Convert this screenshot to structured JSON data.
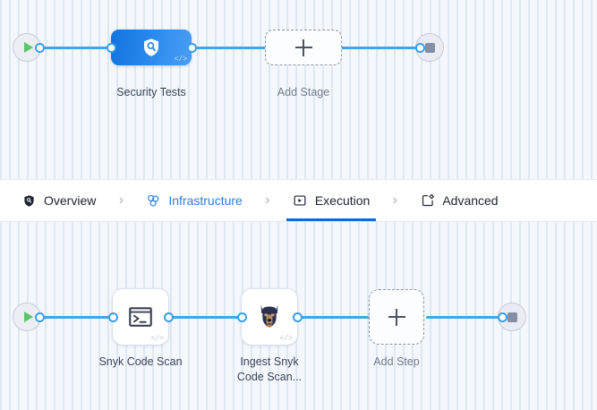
{
  "stages_pane": {
    "name": "pipeline-stages-canvas",
    "start_node": {
      "icon": "play-icon",
      "label": ""
    },
    "stage": {
      "label": "Security Tests",
      "icon": "shield-search-icon",
      "code_badge": "</>",
      "color_from": "#1174e0",
      "color_to": "#4b9ff4"
    },
    "add_stage": {
      "label": "Add Stage",
      "icon": "plus-icon"
    },
    "end_node": {
      "icon": "stop-icon"
    }
  },
  "tabbar": {
    "tabs": [
      {
        "label": "Overview",
        "icon": "shield-icon",
        "state": "default"
      },
      {
        "label": "Infrastructure",
        "icon": "infrastructure-icon",
        "state": "highlighted"
      },
      {
        "label": "Execution",
        "icon": "execution-play-icon",
        "state": "active"
      },
      {
        "label": "Advanced",
        "icon": "advanced-gear-icon",
        "state": "default"
      }
    ],
    "separator": "›",
    "active_color": "#1768cf",
    "highlight_color": "#2b7de0"
  },
  "steps_pane": {
    "name": "pipeline-steps-canvas",
    "start_node": {
      "icon": "play-icon"
    },
    "steps": [
      {
        "label": "Snyk Code Scan",
        "icon": "terminal-icon",
        "code_badge": "</>"
      },
      {
        "label": "Ingest Snyk\nCode Scan...",
        "icon": "doberman-icon",
        "code_badge": "</>"
      }
    ],
    "add_step": {
      "label": "Add Step",
      "icon": "plus-icon"
    },
    "end_node": {
      "icon": "stop-icon"
    }
  },
  "theme": {
    "wire_color": "#42a5e8",
    "port_color": "#3a9fe6",
    "canvas_bg": "#f4f8fd",
    "play_green": "#5bc56a",
    "stop_gray": "#868ea3"
  }
}
